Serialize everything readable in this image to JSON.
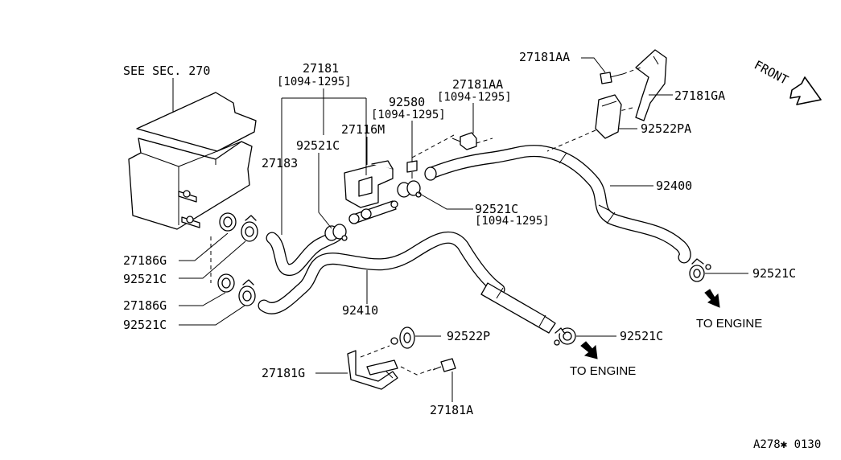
{
  "labels": {
    "see_sec": "SEE SEC. 270",
    "p27181": "27181",
    "p27181_range": "[1094-1295]",
    "p27181AA_top": "27181AA",
    "p27181AA": "27181AA",
    "p27181AA_range": "[1094-1295]",
    "p92580": "92580",
    "p92580_range": "[1094-1295]",
    "p27116M": "27116M",
    "p92521C_a": "92521C",
    "p27183": "27183",
    "p27181GA": "27181GA",
    "p92522PA": "92522PA",
    "p92400": "92400",
    "p92521C_b": "92521C",
    "p92521C_b_range": "[1094-1295]",
    "p92521C_c": "92521C",
    "p27186G_a": "27186G",
    "p92521C_d": "92521C",
    "p27186G_b": "27186G",
    "p92521C_e": "92521C",
    "p92410": "92410",
    "p92522P": "92522P",
    "p92521C_f": "92521C",
    "p27181G": "27181G",
    "p27181A": "27181A",
    "to_engine_1": "TO ENGINE",
    "to_engine_2": "TO ENGINE",
    "front": "FRONT",
    "diagram_code": "A278✱ 0130"
  }
}
